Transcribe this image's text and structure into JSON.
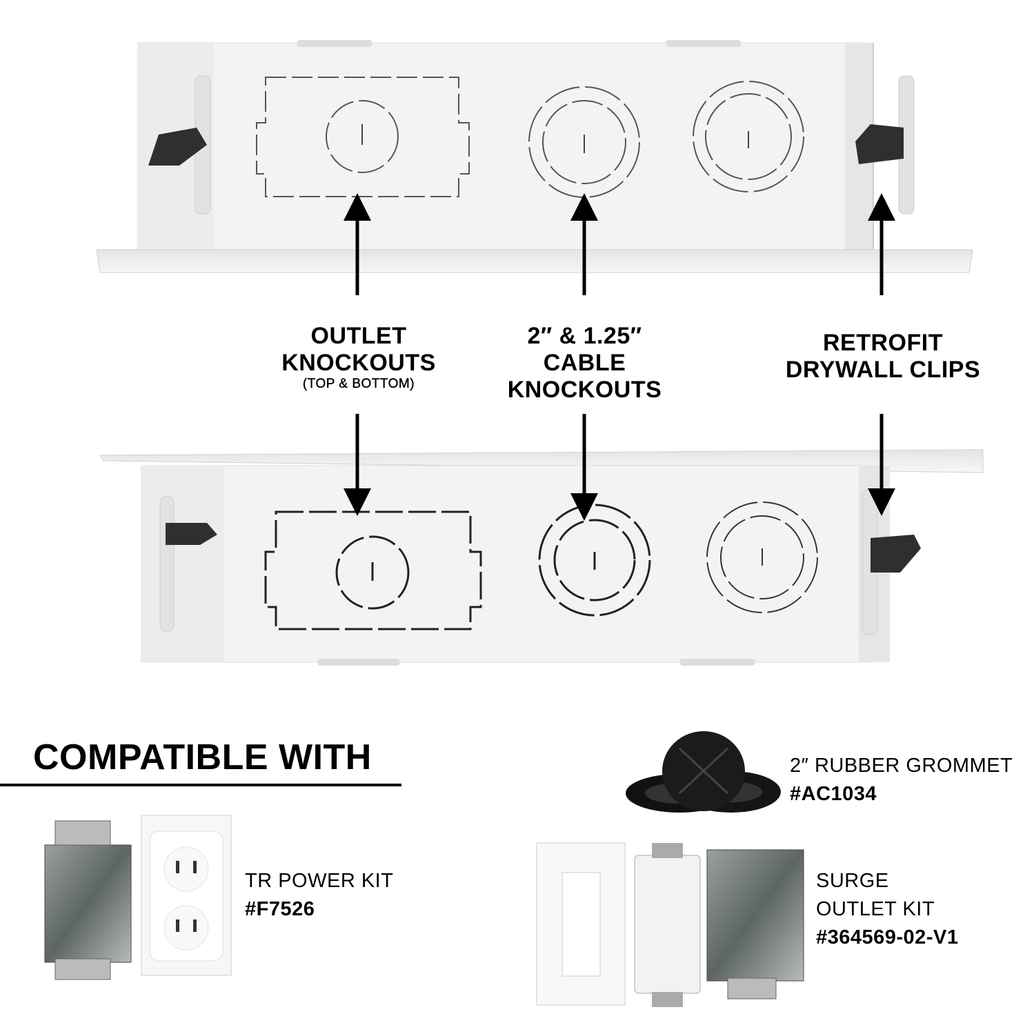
{
  "callouts": {
    "outlet": {
      "title_line1": "OUTLET",
      "title_line2": "KNOCKOUTS",
      "sub": "(TOP & BOTTOM)"
    },
    "cable": {
      "line1": "2″ & 1.25″",
      "line2": "CABLE",
      "line3": "KNOCKOUTS"
    },
    "clips": {
      "line1": "RETROFIT",
      "line2": "DRYWALL CLIPS"
    }
  },
  "compatible": {
    "heading": "COMPATIBLE WITH",
    "items": [
      {
        "name": "2″ RUBBER GROMMET",
        "part": "#AC1034"
      },
      {
        "name": "TR POWER KIT",
        "part": "#F7526"
      },
      {
        "name_line1": "SURGE",
        "name_line2": "OUTLET KIT",
        "part": "#364569-02-V1"
      }
    ]
  },
  "colors": {
    "box": "#f1f1f1",
    "box_shadow": "#d8d8d8",
    "text": "#000000",
    "arrow": "#000000"
  }
}
